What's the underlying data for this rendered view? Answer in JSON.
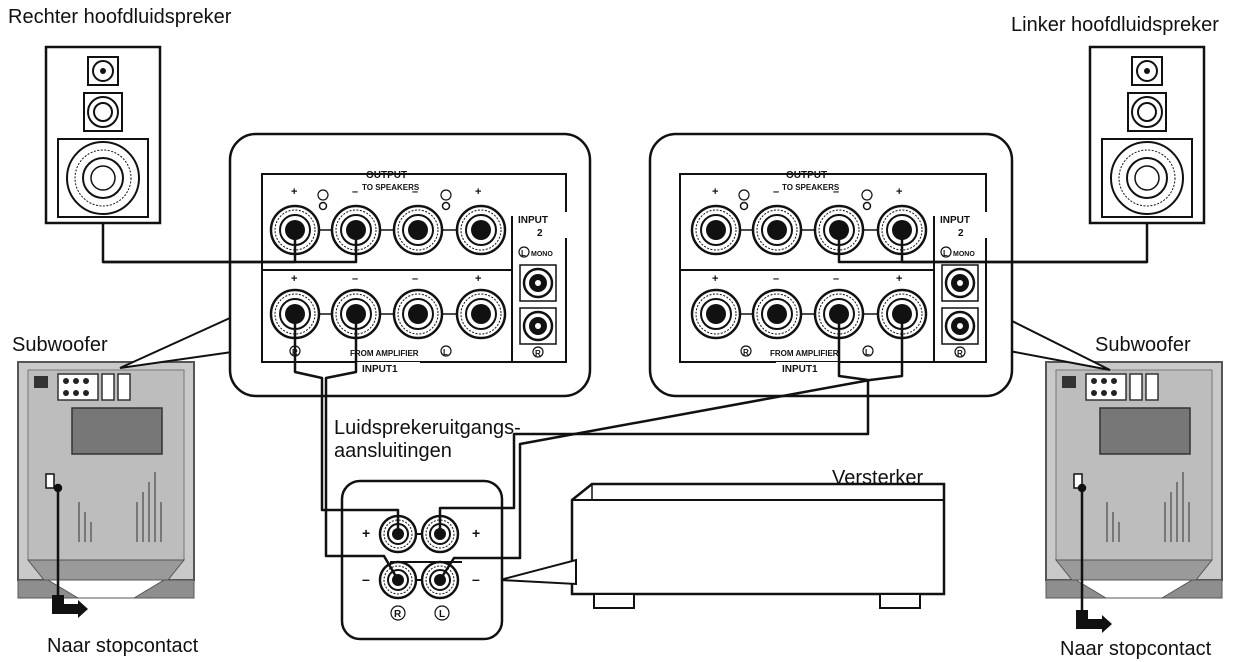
{
  "labels": {
    "right_main_speaker": "Rechter hoofdluidspreker",
    "left_main_speaker": "Linker hoofdluidspreker",
    "subwoofer_left": "Subwoofer",
    "subwoofer_right": "Subwoofer",
    "speaker_outputs_line1": "Luidsprekeruitgangs-",
    "speaker_outputs_line2": "aansluitingen",
    "amplifier": "Versterker",
    "power_left": "Naar stopcontact",
    "power_right": "Naar stopcontact"
  },
  "panel": {
    "output": "OUTPUT",
    "to_speakers": "TO SPEAKERS",
    "input2": "INPUT",
    "input2_num": "2",
    "mono": "MONO",
    "from_amplifier": "FROM AMPLIFIER",
    "input1": "INPUT1",
    "plus": "+",
    "minus": "–",
    "r": "R",
    "l": "L"
  },
  "colors": {
    "line": "#111111",
    "cabinet": "#c8c8c8",
    "cabinet_dark": "#8a8a8a"
  }
}
